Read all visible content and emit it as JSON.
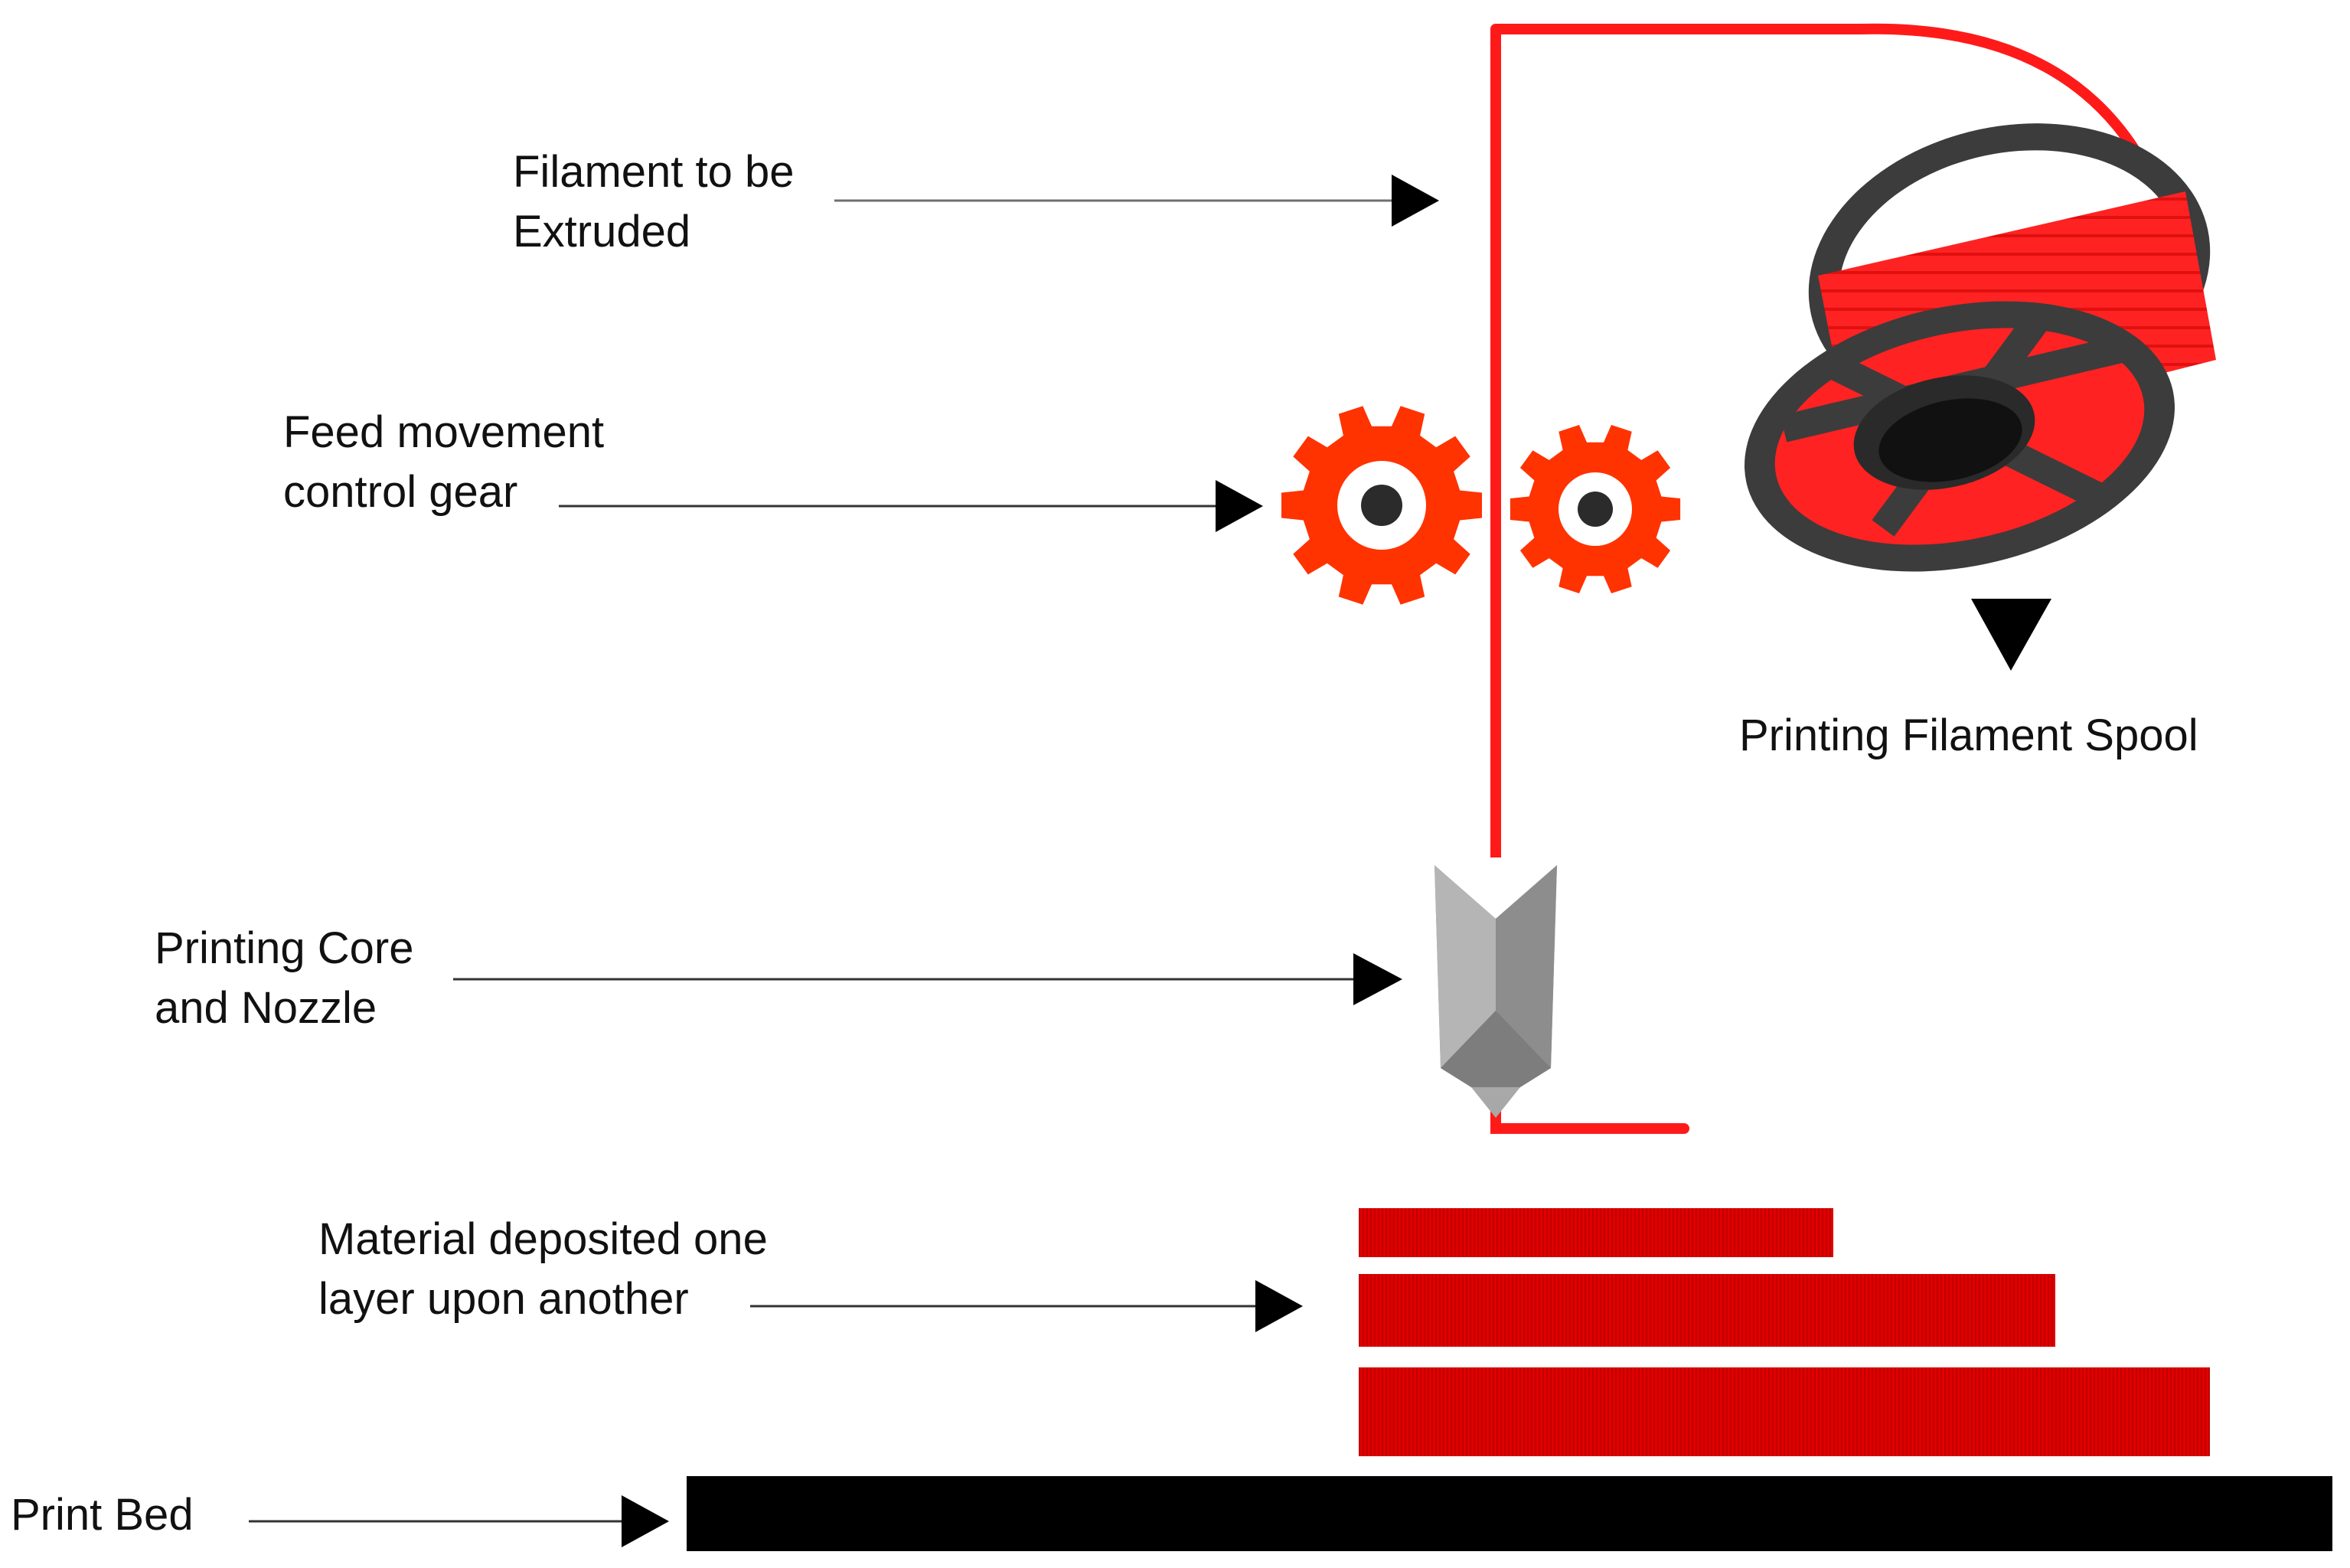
{
  "labels": {
    "filament": {
      "line1": "Filament to be",
      "line2": "Extruded"
    },
    "gear": {
      "line1": "Feed movement",
      "line2": "control gear"
    },
    "spool": {
      "line1": "Printing Filament Spool"
    },
    "nozzle": {
      "line1": "Printing Core",
      "line2": "and Nozzle"
    },
    "material": {
      "line1": "Material deposited one",
      "line2": "layer upon another"
    },
    "bed": {
      "line1": "Print Bed"
    }
  },
  "colors": {
    "filament": "#ff1a1a",
    "gear": "#ff3300",
    "layers": "#e00000",
    "spool_body": "#3c3c3c",
    "bed": "#000000",
    "nozzle": "#9a9a9a",
    "arrow": "#000000"
  },
  "icons": [
    "gear-icon",
    "spool-icon",
    "nozzle-icon"
  ]
}
